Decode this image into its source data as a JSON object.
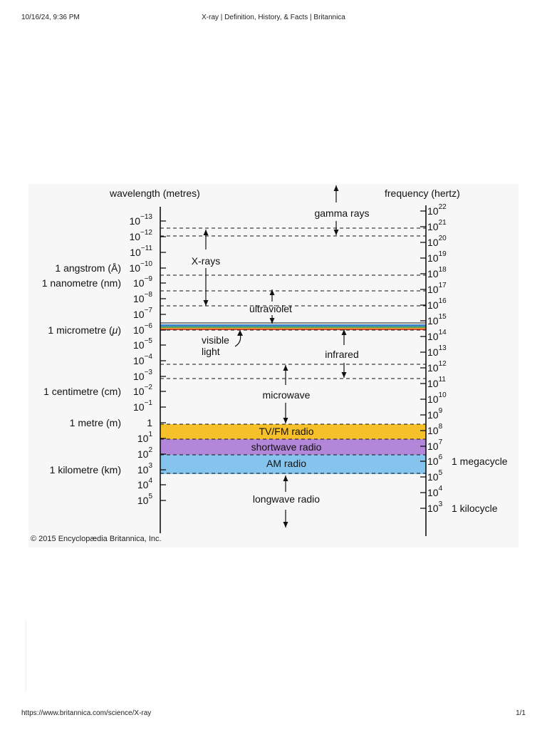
{
  "page_header": {
    "timestamp": "10/16/24, 9:36 PM",
    "title": "X-ray | Definition, History, & Facts | Britannica"
  },
  "page_footer": {
    "url": "https://www.britannica.com/science/X-ray",
    "page": "1/1"
  },
  "diagram": {
    "left_axis_title": "wavelength (metres)",
    "right_axis_title": "frequency (hertz)",
    "wavelength_ticks": [
      {
        "mantissa": "10",
        "exp": "−13"
      },
      {
        "mantissa": "10",
        "exp": "−12"
      },
      {
        "mantissa": "10",
        "exp": "−11"
      },
      {
        "mantissa": "10",
        "exp": "−10"
      },
      {
        "mantissa": "10",
        "exp": "−9"
      },
      {
        "mantissa": "10",
        "exp": "−8"
      },
      {
        "mantissa": "10",
        "exp": "−7"
      },
      {
        "mantissa": "10",
        "exp": "−6"
      },
      {
        "mantissa": "10",
        "exp": "−5"
      },
      {
        "mantissa": "10",
        "exp": "−4"
      },
      {
        "mantissa": "10",
        "exp": "−3"
      },
      {
        "mantissa": "10",
        "exp": "−2"
      },
      {
        "mantissa": "10",
        "exp": "−1"
      },
      {
        "mantissa": "1",
        "exp": ""
      },
      {
        "mantissa": "10",
        "exp": "1"
      },
      {
        "mantissa": "10",
        "exp": "2"
      },
      {
        "mantissa": "10",
        "exp": "3"
      },
      {
        "mantissa": "10",
        "exp": "4"
      },
      {
        "mantissa": "10",
        "exp": "5"
      }
    ],
    "wavelength_names": {
      "angstrom": "1 angstrom (Å)",
      "nanometre": "1 nanometre (nm)",
      "micrometre_pre": "1 micrometre (",
      "micrometre_sym": "μ",
      "micrometre_post": ")",
      "centimetre": "1 centimetre (cm)",
      "metre": "1 metre (m)",
      "kilometre": "1 kilometre (km)"
    },
    "frequency_ticks": [
      {
        "mantissa": "10",
        "exp": "22"
      },
      {
        "mantissa": "10",
        "exp": "21"
      },
      {
        "mantissa": "10",
        "exp": "20"
      },
      {
        "mantissa": "10",
        "exp": "19"
      },
      {
        "mantissa": "10",
        "exp": "18"
      },
      {
        "mantissa": "10",
        "exp": "17"
      },
      {
        "mantissa": "10",
        "exp": "16"
      },
      {
        "mantissa": "10",
        "exp": "15"
      },
      {
        "mantissa": "10",
        "exp": "14"
      },
      {
        "mantissa": "10",
        "exp": "13"
      },
      {
        "mantissa": "10",
        "exp": "12"
      },
      {
        "mantissa": "10",
        "exp": "11"
      },
      {
        "mantissa": "10",
        "exp": "10"
      },
      {
        "mantissa": "10",
        "exp": "9"
      },
      {
        "mantissa": "10",
        "exp": "8"
      },
      {
        "mantissa": "10",
        "exp": "7"
      },
      {
        "mantissa": "10",
        "exp": "6"
      },
      {
        "mantissa": "10",
        "exp": "5"
      },
      {
        "mantissa": "10",
        "exp": "4"
      },
      {
        "mantissa": "10",
        "exp": "3"
      }
    ],
    "frequency_names": {
      "megacycle": "1 megacycle",
      "kilocycle": "1 kilocycle"
    },
    "regions": {
      "gamma": "gamma rays",
      "xrays": "X-rays",
      "ultraviolet": "ultraviolet",
      "visible_1": "visible",
      "visible_2": "light",
      "infrared": "infrared",
      "microwave": "microwave",
      "tvfm": "TV/FM radio",
      "shortwave": "shortwave radio",
      "am": "AM radio",
      "longwave": "longwave radio"
    },
    "band_colors": {
      "tvfm": "#f5c02a",
      "shortwave": "#b286d8",
      "am": "#85c4ec",
      "visible_blue": "#3f86c9",
      "visible_green": "#5aa55a",
      "visible_orange": "#ee9a33",
      "visible_red": "#d6322a"
    },
    "copyright": "© 2015 Encyclopædia Britannica, Inc."
  }
}
